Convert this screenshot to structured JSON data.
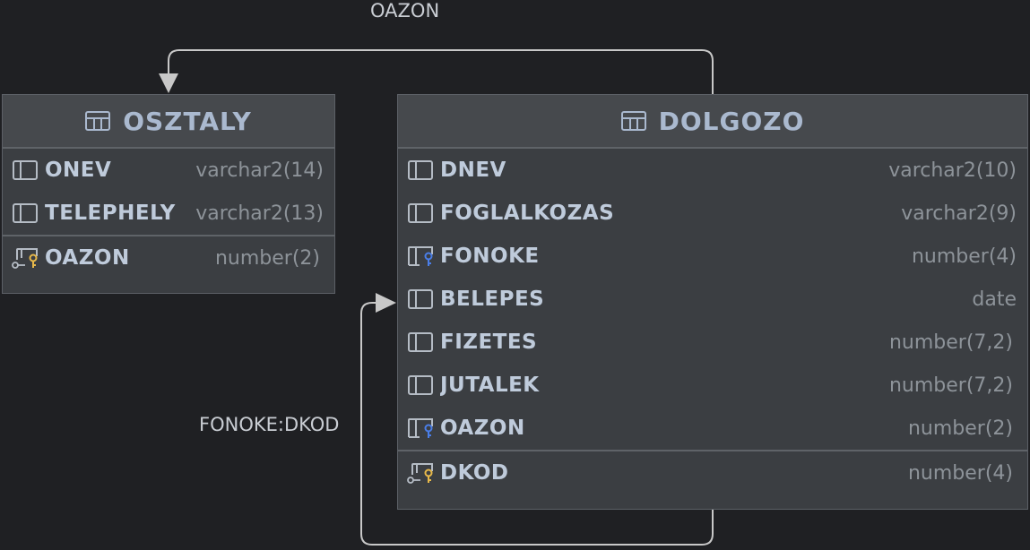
{
  "edges": {
    "top_label": "OAZON",
    "side_label": "FONOKE:DKOD"
  },
  "tables": {
    "osztaly": {
      "title": "OSZTALY",
      "columns": [
        {
          "name": "ONEV",
          "type": "varchar2(14)",
          "icon": "column-icon"
        },
        {
          "name": "TELEPHELY",
          "type": "varchar2(13)",
          "icon": "column-icon"
        }
      ],
      "pk": {
        "name": "OAZON",
        "type": "number(2)",
        "icon": "primary-key-icon"
      }
    },
    "dolgozo": {
      "title": "DOLGOZO",
      "columns": [
        {
          "name": "DNEV",
          "type": "varchar2(10)",
          "icon": "column-icon"
        },
        {
          "name": "FOGLALKOZAS",
          "type": "varchar2(9)",
          "icon": "column-icon"
        },
        {
          "name": "FONOKE",
          "type": "number(4)",
          "icon": "foreign-key-icon"
        },
        {
          "name": "BELEPES",
          "type": "date",
          "icon": "column-icon"
        },
        {
          "name": "FIZETES",
          "type": "number(7,2)",
          "icon": "column-icon"
        },
        {
          "name": "JUTALEK",
          "type": "number(7,2)",
          "icon": "column-icon"
        },
        {
          "name": "OAZON",
          "type": "number(2)",
          "icon": "foreign-key-icon"
        }
      ],
      "pk": {
        "name": "DKOD",
        "type": "number(4)",
        "icon": "primary-key-icon"
      }
    }
  },
  "colors": {
    "background": "#1f2023",
    "table_body": "#3b3e42",
    "table_header": "#46494d",
    "connector": "#c8c8c8",
    "primary_key": "#e8b94a",
    "foreign_key": "#4a7ee8"
  }
}
